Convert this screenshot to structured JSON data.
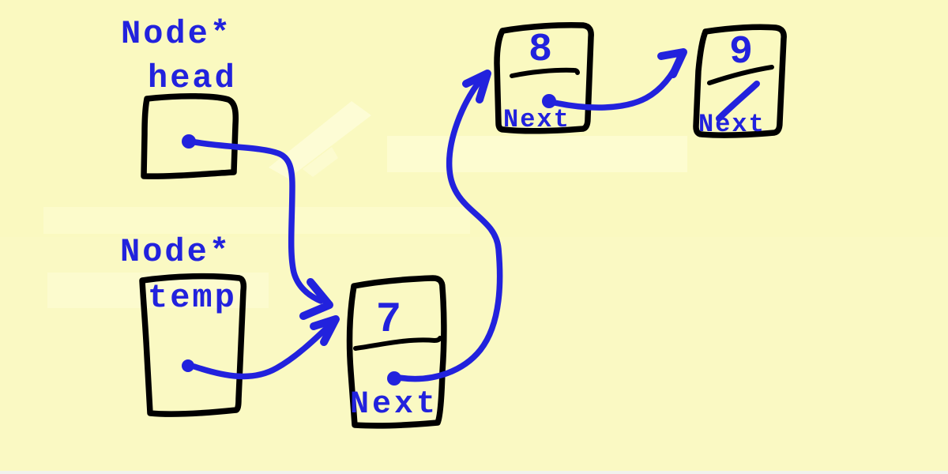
{
  "colors": {
    "background": "#FAF9C0",
    "ink": "#000000",
    "blue": "#2222DD",
    "eraser_light": "#FFFFE6"
  },
  "pointers": {
    "head": {
      "type": "Node*",
      "name": "head"
    },
    "temp": {
      "type": "Node*",
      "name": "temp"
    }
  },
  "nodes": {
    "node7": {
      "value": "7",
      "next_label": "Next"
    },
    "node8": {
      "value": "8",
      "next_label": "Next"
    },
    "node9": {
      "value": "9",
      "next_label": "Next"
    }
  }
}
